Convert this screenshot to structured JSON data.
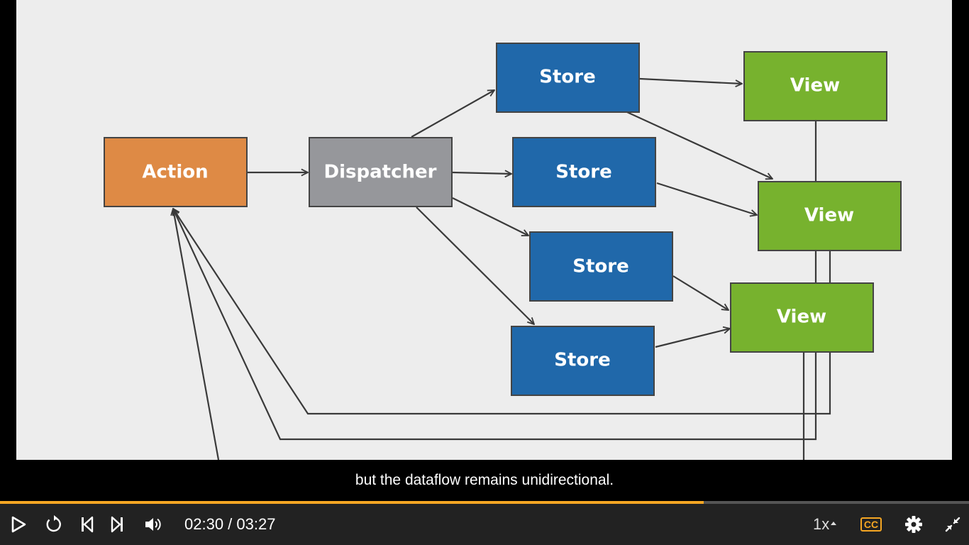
{
  "colors": {
    "accent": "#f5a623",
    "action": "#de8a45",
    "dispatcher": "#96979b",
    "store": "#2068aa",
    "view": "#77b22e",
    "box_border": "#444444",
    "line": "#3a3a3a"
  },
  "diagram": {
    "action_label": "Action",
    "dispatcher_label": "Dispatcher",
    "stores": [
      "Store",
      "Store",
      "Store",
      "Store"
    ],
    "views": [
      "View",
      "View",
      "View"
    ]
  },
  "caption": "but the dataflow remains unidirectional.",
  "progress": {
    "fraction": 0.726
  },
  "controls": {
    "time": "02:30 / 03:27",
    "speed": "1x",
    "cc_label": "CC",
    "icons": [
      "play-icon",
      "replay-icon",
      "skip-back-icon",
      "skip-forward-icon",
      "volume-icon",
      "settings-gear-icon",
      "exit-fullscreen-icon"
    ]
  }
}
